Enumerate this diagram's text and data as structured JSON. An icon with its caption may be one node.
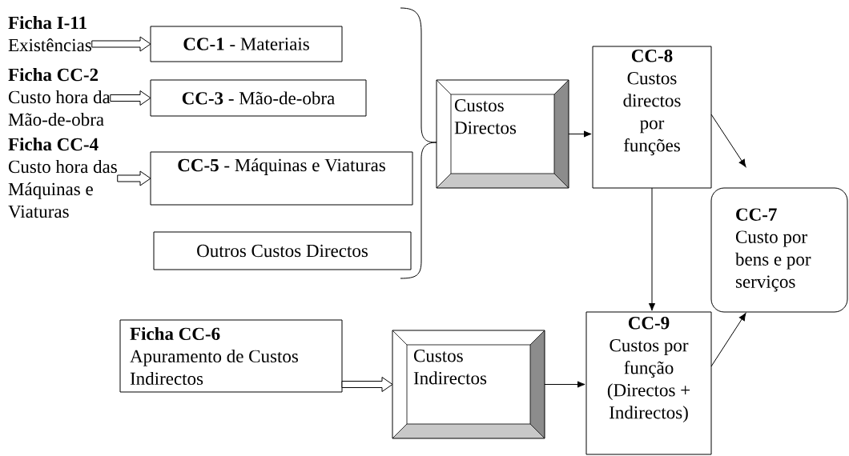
{
  "diagram": {
    "nodes": [
      {
        "text": [
          "Ficha I-11",
          "Existências"
        ]
      },
      {
        "text": [
          "**CC-1** - Materiais"
        ]
      },
      {
        "text": [
          "Ficha CC-2",
          "Custo hora da Mão-de-obra"
        ]
      },
      {
        "text": [
          "**CC-3** - Mão-de-obra"
        ]
      },
      {
        "text": [
          "Ficha CC-4",
          "Custo hora das Máquinas e Viaturas"
        ]
      },
      {
        "text": [
          "**CC-5** - Máquinas e Viaturas"
        ]
      },
      {
        "text": [
          "Outros Custos Directos"
        ]
      },
      {
        "text": [
          "Custos Directos"
        ]
      },
      {
        "text": [
          "CC-8",
          "Custos directos por funções"
        ]
      },
      {
        "text": [
          "CC-7",
          "Custo por bens e por serviços"
        ]
      },
      {
        "text": [
          "Ficha CC-6",
          "Apuramento de Custos Indirectos"
        ]
      },
      {
        "text": [
          "Custos Indirectos"
        ]
      },
      {
        "text": [
          "CC-9",
          "Custos por função (Directos + Indirectos)"
        ]
      }
    ],
    "edges": [
      {
        "from": 0,
        "to": 1,
        "arrow": "to",
        "style": "thick"
      },
      {
        "from": 2,
        "to": 3,
        "arrow": "to",
        "style": "thick"
      },
      {
        "from": 4,
        "to": 5,
        "arrow": "to",
        "style": "thick"
      },
      {
        "from": 7,
        "to": 8,
        "arrow": "to"
      },
      {
        "from": 8,
        "to": 9,
        "arrow": "to"
      },
      {
        "from": 8,
        "to": 12,
        "arrow": "to"
      },
      {
        "from": 10,
        "to": 11,
        "arrow": "to",
        "style": "thick"
      },
      {
        "from": 11,
        "to": 12,
        "arrow": "to"
      },
      {
        "from": 12,
        "to": 9,
        "arrow": "to"
      }
    ]
  }
}
